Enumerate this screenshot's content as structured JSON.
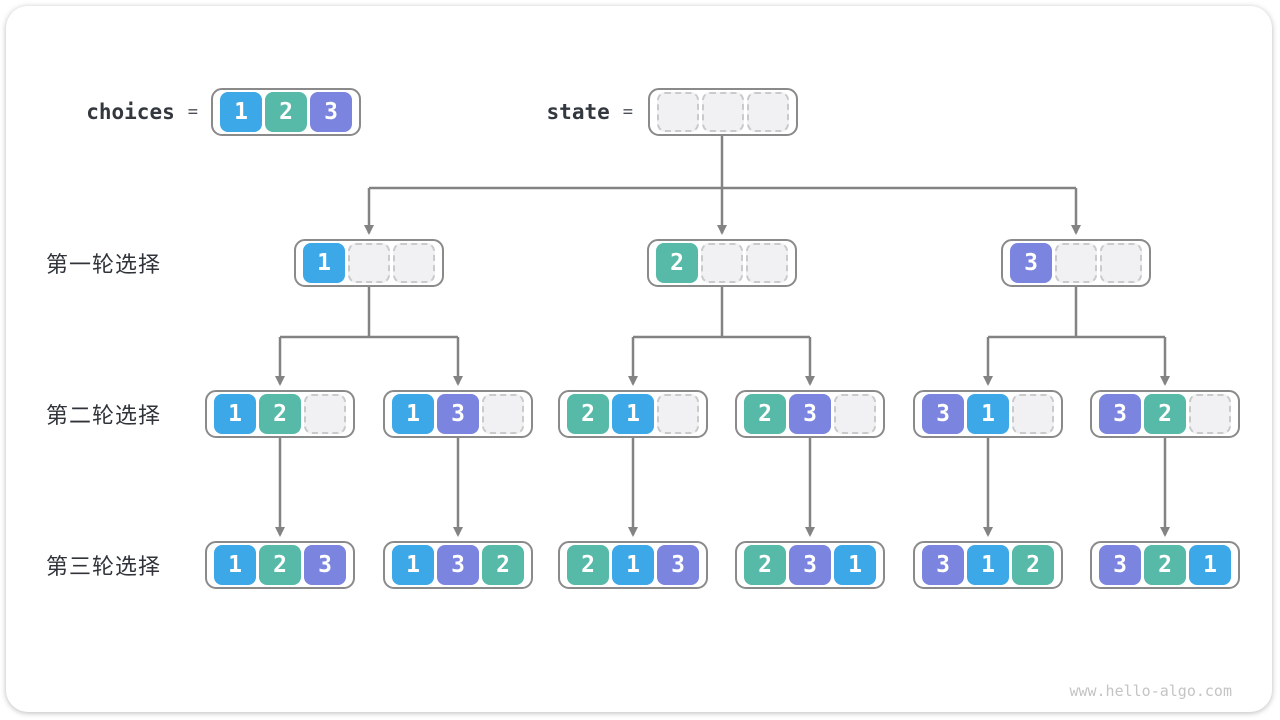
{
  "header": {
    "choices_label": "choices",
    "equals_sign": "=",
    "choices": [
      "1",
      "2",
      "3"
    ],
    "state_label": "state",
    "state": [
      null,
      null,
      null
    ]
  },
  "rows": [
    {
      "label": "第一轮选择",
      "nodes": [
        [
          "1",
          null,
          null
        ],
        [
          "2",
          null,
          null
        ],
        [
          "3",
          null,
          null
        ]
      ]
    },
    {
      "label": "第二轮选择",
      "nodes": [
        [
          "1",
          "2",
          null
        ],
        [
          "1",
          "3",
          null
        ],
        [
          "2",
          "1",
          null
        ],
        [
          "2",
          "3",
          null
        ],
        [
          "3",
          "1",
          null
        ],
        [
          "3",
          "2",
          null
        ]
      ]
    },
    {
      "label": "第三轮选择",
      "nodes": [
        [
          "1",
          "2",
          "3"
        ],
        [
          "1",
          "3",
          "2"
        ],
        [
          "2",
          "1",
          "3"
        ],
        [
          "2",
          "3",
          "1"
        ],
        [
          "3",
          "1",
          "2"
        ],
        [
          "3",
          "2",
          "1"
        ]
      ]
    }
  ],
  "colors": {
    "value_1": "#3da8e8",
    "value_2": "#57b9a7",
    "value_3": "#7b84de",
    "empty_cell_bg": "#f1f1f3",
    "empty_cell_border": "#c9cacc",
    "container_border": "#8a8a8a",
    "connector": "#838383",
    "label_text": "#30343a"
  },
  "watermark": "www.hello-algo.com"
}
